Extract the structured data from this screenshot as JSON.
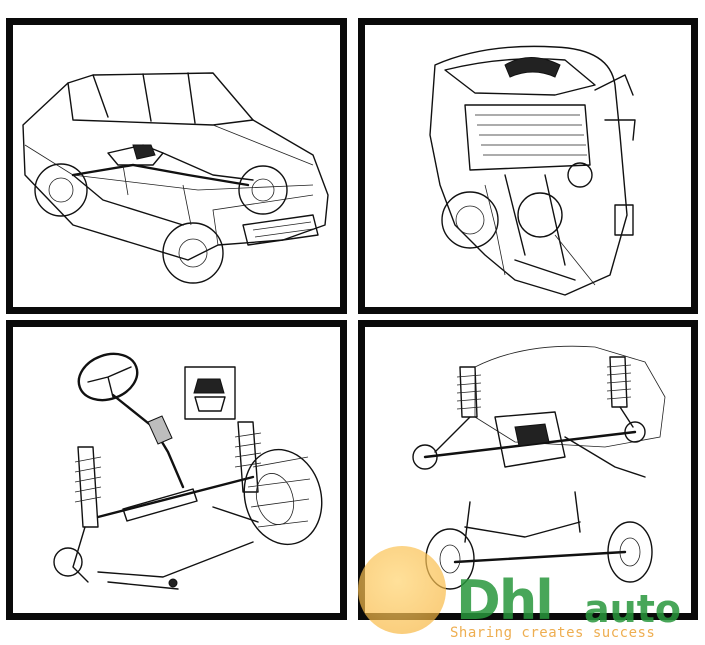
{
  "panels": [
    {
      "id": "car-chassis-illustration"
    },
    {
      "id": "engine-illustration"
    },
    {
      "id": "steering-front-suspension-illustration"
    },
    {
      "id": "rear-suspension-axle-illustration"
    }
  ],
  "watermark": {
    "brand_part1": "Dhl",
    "brand_part2": "auto",
    "tagline": "Sharing creates success",
    "colors": {
      "circle": "#f5a623",
      "brand": "#2e9a3e",
      "tagline": "#eba032"
    }
  }
}
